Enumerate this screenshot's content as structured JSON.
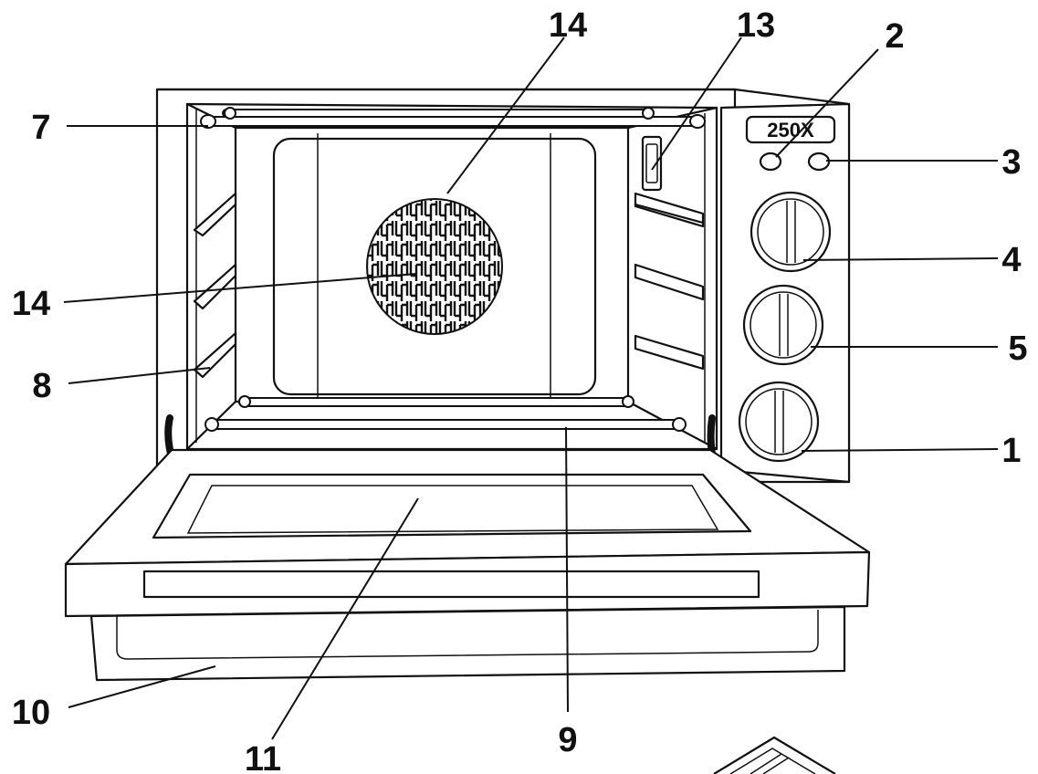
{
  "brand_badge": "250X",
  "callouts": {
    "c1": "1",
    "c2": "2",
    "c3": "3",
    "c4": "4",
    "c5": "5",
    "c7": "7",
    "c8": "8",
    "c9": "9",
    "c10": "10",
    "c11": "11",
    "c13": "13",
    "c14_top": "14",
    "c14_left": "14"
  }
}
